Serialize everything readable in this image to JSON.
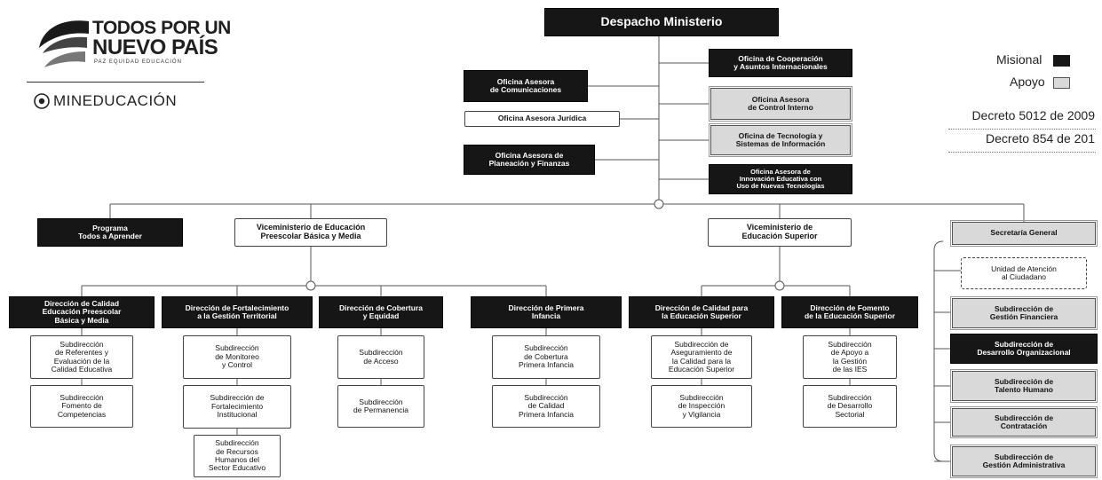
{
  "logo": {
    "line1": "TODOS POR UN",
    "line2": "NUEVO PAÍS",
    "tagline": "PAZ   EQUIDAD   EDUCACIÓN",
    "ministry": "MINEDUCACIÓN"
  },
  "legend": {
    "misional_label": "Misional",
    "apoyo_label": "Apoyo",
    "misional_color": "#161616",
    "apoyo_color": "#d9d9d9"
  },
  "decrees": [
    "Decreto 5012 de 2009",
    "Decreto 854 de 201"
  ],
  "org": {
    "root": "Despacho Ministerio",
    "left_offices": [
      "Oficina Asesora\nde Comunicaciones",
      "Oficina Asesora Jurídica",
      "Oficina Asesora de\nPlaneación y Finanzas"
    ],
    "right_offices": [
      "Oficina de Cooperación\ny Asuntos Internacionales",
      "Oficina Asesora\nde Control Interno",
      "Oficina de Tecnología y\nSistemas de Información",
      "Oficina Asesora de\nInnovación Educativa con\nUso de Nuevas Tecnologías"
    ],
    "programa": "Programa\nTodos a Aprender",
    "vice_basica": "Viceministerio de Educación\nPreescolar Básica y Media",
    "vice_superior": "Viceministerio de\nEducación Superior",
    "secretaria": "Secretaría General",
    "basica_directions": [
      {
        "name": "Dirección de Calidad\nEducación Preescolar\nBásica y Media",
        "subs": [
          "Subdirección\nde Referentes y\nEvaluación de la\nCalidad Educativa",
          "Subdirección\nFomento de\nCompetencias"
        ]
      },
      {
        "name": "Dirección de Fortalecimiento\na la Gestión Territorial",
        "subs": [
          "Subdirección\nde Monitoreo\ny Control",
          "Subdirección de\nFortalecimiento\nInstitucional",
          "Subdirección\nde Recursos\nHumanos del\nSector Educativo"
        ]
      },
      {
        "name": "Dirección de Cobertura\ny Equidad",
        "subs": [
          "Subdirección\nde Acceso",
          "Subdirección\nde Permanencia"
        ]
      },
      {
        "name": "Dirección de Primera\nInfancia",
        "subs": [
          "Subdirección\nde Cobertura\nPrimera Infancia",
          "Subdirección\nde Calidad\nPrimera Infancia"
        ]
      }
    ],
    "superior_directions": [
      {
        "name": "Dirección de Calidad para\nla Educación Superior",
        "subs": [
          "Subdirección de\nAseguramiento de\nla Calidad para la\nEducación Superior",
          "Subdirección\nde Inspección\ny Vigilancia"
        ]
      },
      {
        "name": "Dirección de Fomento\nde la Educación Superior",
        "subs": [
          "Subdirección\nde Apoyo a\nla Gestión\nde las IES",
          "Subdirección\nde Desarrollo\nSectorial"
        ]
      }
    ],
    "secretaria_units": [
      "Unidad de Atención\nal Ciudadano",
      "Subdirección de\nGestión Financiera",
      "Subdirección de\nDesarrollo Organizacional",
      "Subdirección de\nTalento Humano",
      "Subdirección de\nContratación",
      "Subdirección de\nGestión Administrativa"
    ]
  }
}
